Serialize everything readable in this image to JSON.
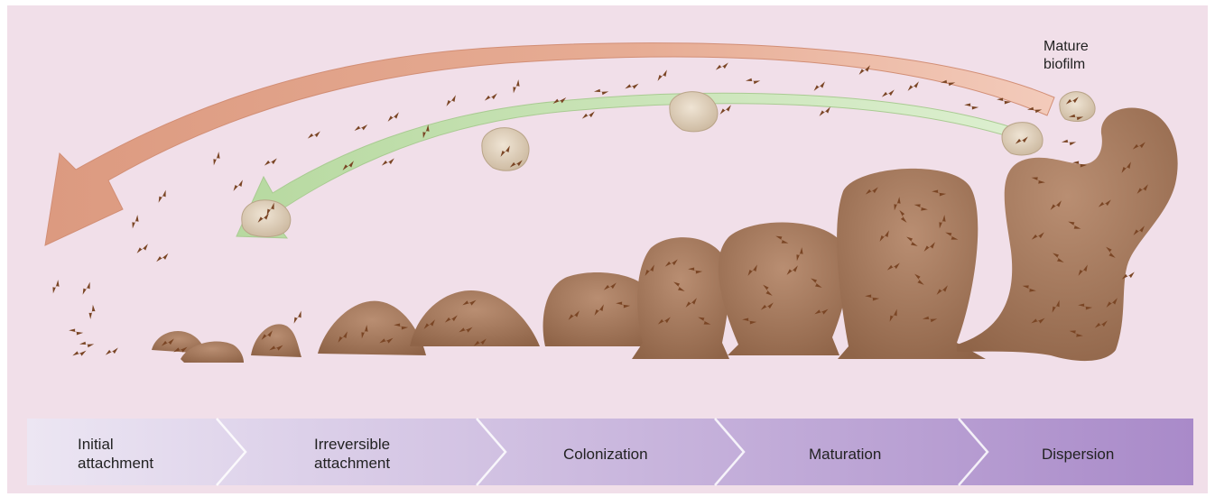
{
  "corner_label": {
    "line1": "Mature",
    "line2": "biofilm"
  },
  "stages": [
    {
      "line1": "Initial",
      "line2": "attachment"
    },
    {
      "line1": "Irreversible",
      "line2": "attachment"
    },
    {
      "line1": "Colonization",
      "line2": ""
    },
    {
      "line1": "Maturation",
      "line2": ""
    },
    {
      "line1": "Dispersion",
      "line2": ""
    }
  ],
  "colors": {
    "background": "#f1dfe9",
    "biofilm": "#a87b5f",
    "bacteria": "#7a4524",
    "outer_arrow": "#e6a98f",
    "inner_arrow": "#c9e2b3",
    "cluster": "#d9cbb8",
    "stage_bar_start": "#e9e3f2",
    "stage_bar_end": "#a98ac9"
  },
  "icons": [
    "bacterium-icon"
  ]
}
